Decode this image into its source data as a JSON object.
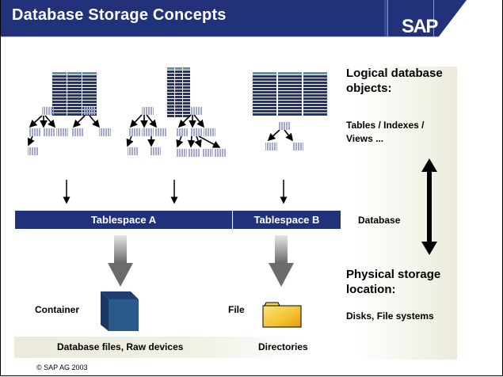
{
  "header": {
    "title": "Database Storage Concepts",
    "logo": "SAP",
    "brand_color": "#21327a"
  },
  "diagram": {
    "logical": {
      "heading": "Logical database objects:",
      "heading_line1": "Logical database",
      "heading_line2": "objects:",
      "examples_line1": "Tables / Indexes /",
      "examples_line2": "Views ..."
    },
    "middle_label": "Database",
    "physical": {
      "heading_line1": "Physical storage",
      "heading_line2": "location:",
      "examples": "Disks, File systems"
    },
    "tablespaces": [
      {
        "label": "Tablespace A",
        "table_groups": 2
      },
      {
        "label": "Tablespace B",
        "table_groups": 1
      }
    ],
    "storage": [
      {
        "label": "Container",
        "icon": "cube-icon",
        "location": "Database files, Raw devices"
      },
      {
        "label": "File",
        "icon": "folder-icon",
        "location": "Directories"
      }
    ],
    "colors": {
      "table_header": "#5a96b9",
      "table_row": "#21327a",
      "index_block": "#a5a9cf",
      "cube": "#2a5a8c",
      "folder": "#f2c230"
    }
  },
  "footer": {
    "copyright": "© SAP AG 2003"
  }
}
